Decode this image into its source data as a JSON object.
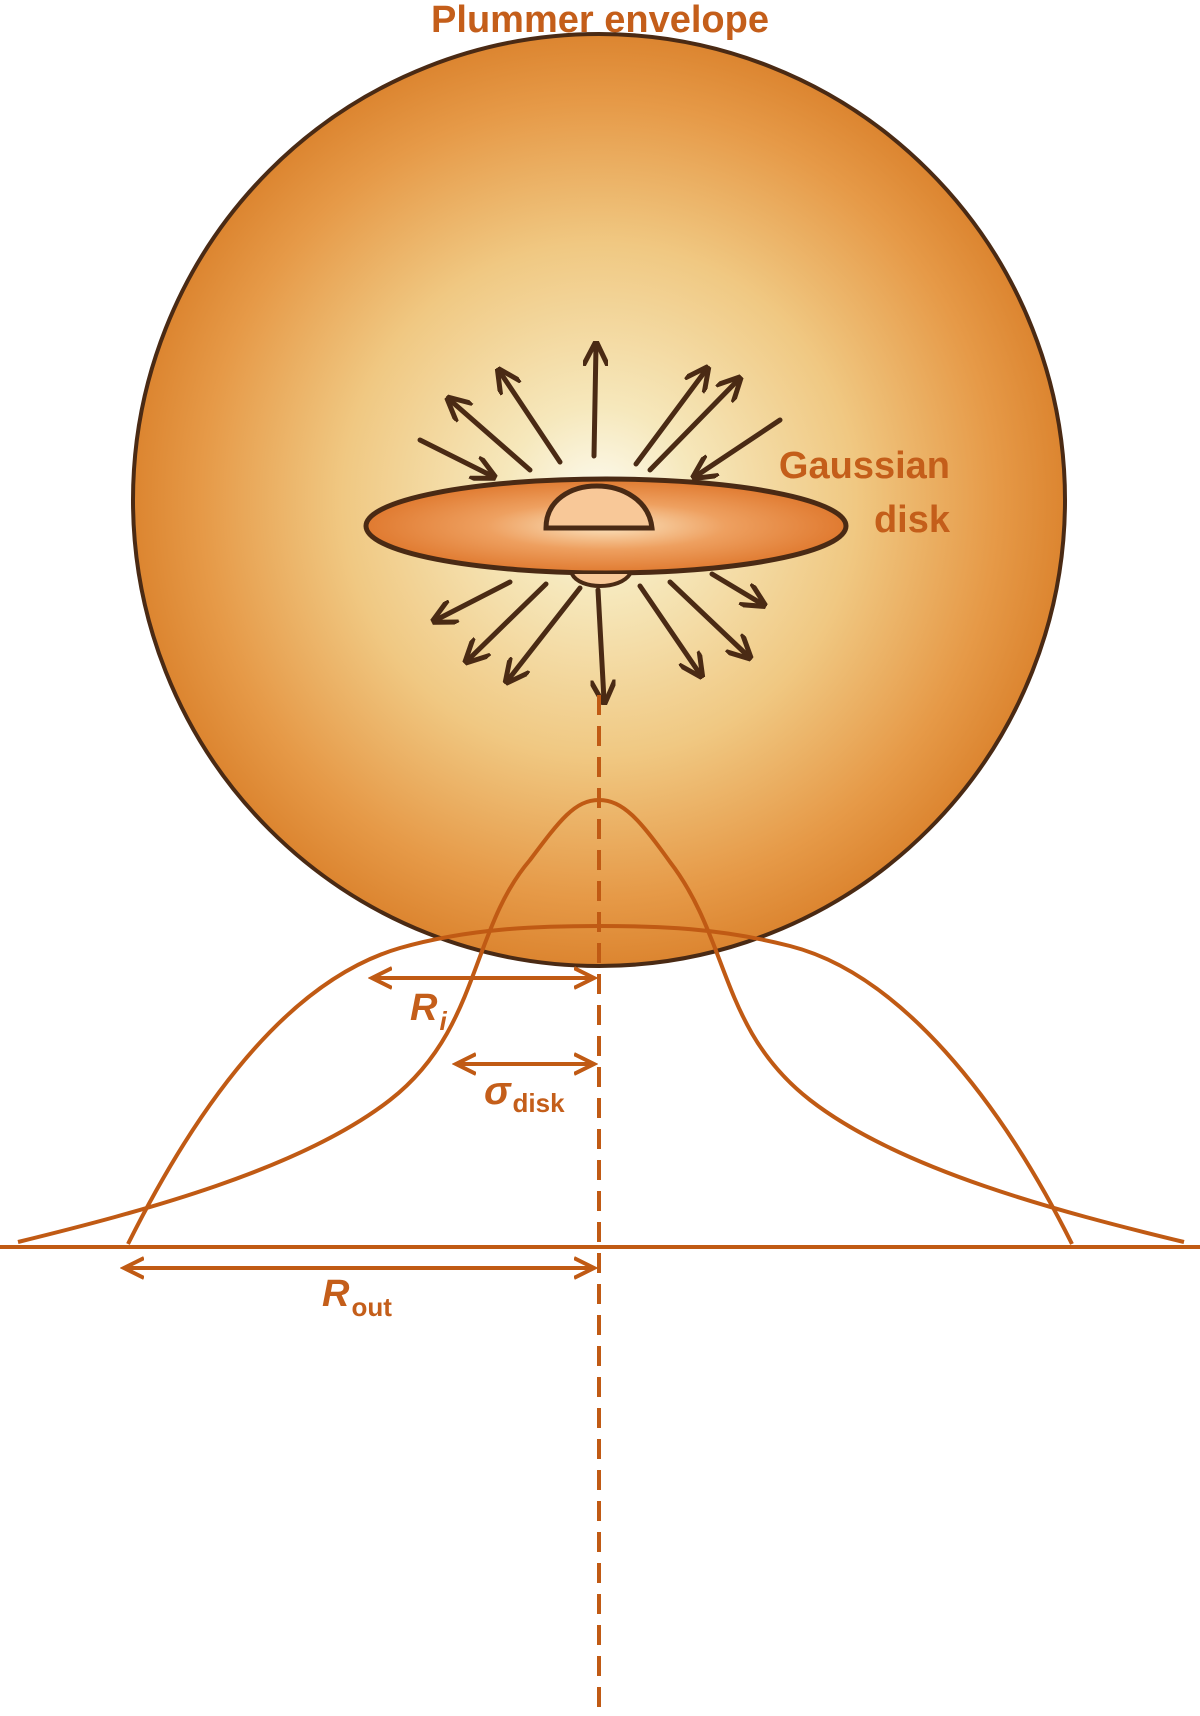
{
  "diagram": {
    "title": "Plummer envelope",
    "disk_label_line1": "Gaussian",
    "disk_label_line2": "disk",
    "r_i": {
      "symbol": "R",
      "subscript": "i"
    },
    "sigma_disk": {
      "symbol": "σ",
      "subscript": "disk"
    },
    "r_out": {
      "symbol": "R",
      "subscript": "out"
    }
  },
  "colors": {
    "label": "#c45e1a",
    "curve": "#c05a14",
    "outline": "#4a2a14",
    "arrow": "#4a2a14",
    "envelope_center": "#f6e8bc",
    "envelope_mid": "#f0c882",
    "envelope_edge": "#dc8530",
    "disk_fill": "#e08238",
    "star_fill": "#f8c898"
  }
}
